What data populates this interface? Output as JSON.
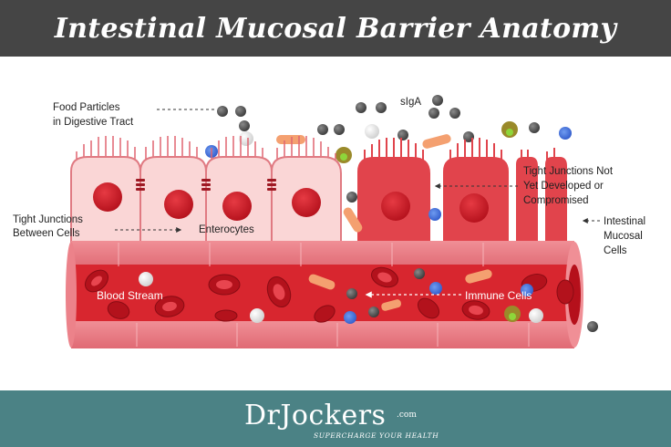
{
  "header": {
    "title": "Intestinal Mucosal Barrier Anatomy"
  },
  "diagram": {
    "labels": {
      "food_particles": [
        "Food Particles",
        "in Digestive Tract"
      ],
      "siga": "sIgA",
      "tight_junctions_not": [
        "Tight Junctions Not",
        "Yet Developed or",
        "Compromised"
      ],
      "tight_junctions_between": [
        "Tight Junctions",
        "Between Cells"
      ],
      "enterocytes": "Enterocytes",
      "intestinal_mucosal": [
        "Intestinal",
        "Mucosal",
        "Cells"
      ],
      "blood_stream": "Blood Stream",
      "immune_cells": "Immune Cells"
    }
  },
  "footer": {
    "logo_text": "DrJockers",
    "logo_suffix": ".com",
    "tagline": "SUPERCHARGE YOUR HEALTH"
  },
  "colors": {
    "header_bg": "#454545",
    "footer_bg": "#4b8285",
    "healthy_cell": "#f9d3d3",
    "damaged_cell": "#e0444c",
    "nucleus": "#cf1f2a",
    "vessel": "#e3707a",
    "blood_cell": "#b3121c"
  }
}
